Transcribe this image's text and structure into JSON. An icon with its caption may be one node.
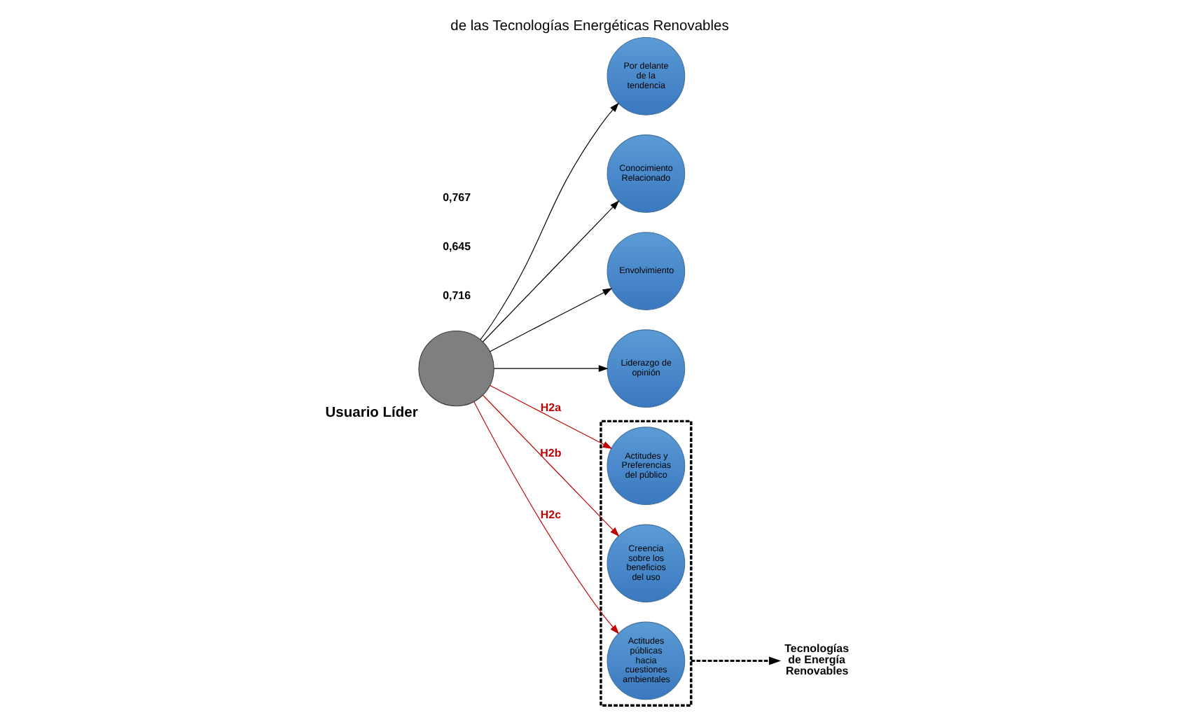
{
  "diagram": {
    "title": "de las Tecnologías Energéticas Renovables",
    "nodes": [
      {
        "text": [
          "Por delante de la tendencia"
        ]
      },
      {
        "text": [
          "Conocimiento Relacionado"
        ]
      },
      {
        "text": [
          "Envolvimiento"
        ]
      },
      {
        "text": [
          "Liderazgo de opinión"
        ]
      },
      {
        "text": [],
        "shape": "circle",
        "beside": [
          "Usuario Líder"
        ]
      },
      {
        "text": [],
        "shape": "box"
      },
      {
        "text": [
          "Actitudes y Preferencias del público"
        ],
        "in": 5
      },
      {
        "text": [
          "Creencia sobre los beneficios del uso"
        ],
        "in": 5
      },
      {
        "text": [
          "Actitudes públicas hacia cuestiones ambientales"
        ],
        "in": 5
      },
      {
        "text": [
          "Tecnologías de Energía Renovables"
        ]
      }
    ],
    "edges": [
      {
        "from": 4,
        "to": 0,
        "arrow": "to"
      },
      {
        "from": 4,
        "to": 1,
        "arrow": "to"
      },
      {
        "from": 4,
        "to": 2,
        "arrow": "to"
      },
      {
        "from": 4,
        "to": 3,
        "arrow": "to"
      },
      {
        "from": 4,
        "to": 6,
        "arrow": "to",
        "label": "H2a",
        "color": "#c00000"
      },
      {
        "from": 4,
        "to": 7,
        "arrow": "to",
        "label": "H2b",
        "color": "#c00000"
      },
      {
        "from": 4,
        "to": 8,
        "arrow": "to",
        "label": "H2c",
        "color": "#c00000"
      },
      {
        "from": 5,
        "to": 9,
        "arrow": "to",
        "style": "dashed"
      }
    ],
    "labels": [
      "0,716",
      "0,645",
      "0,767"
    ]
  }
}
